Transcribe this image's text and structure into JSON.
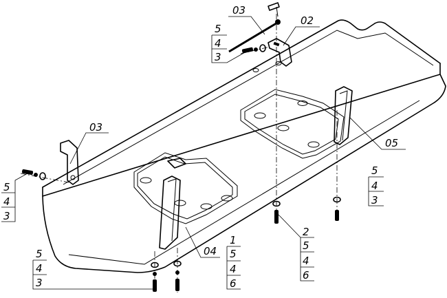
{
  "drawing": {
    "callouts": {
      "top_bracket": "03",
      "top_holder": "02",
      "left_bracket": "03",
      "right_bracket": "05",
      "center_bracket": "04",
      "top_stack": [
        "5",
        "4",
        "3"
      ],
      "left_stack": [
        "5",
        "4",
        "3"
      ],
      "right_stack": [
        "5",
        "4",
        "3"
      ],
      "bottom_left_stack": [
        "5",
        "4",
        "3"
      ],
      "center_stack": [
        "1",
        "5",
        "4",
        "6"
      ],
      "mid_stack": [
        "2",
        "5",
        "4",
        "6"
      ]
    }
  }
}
